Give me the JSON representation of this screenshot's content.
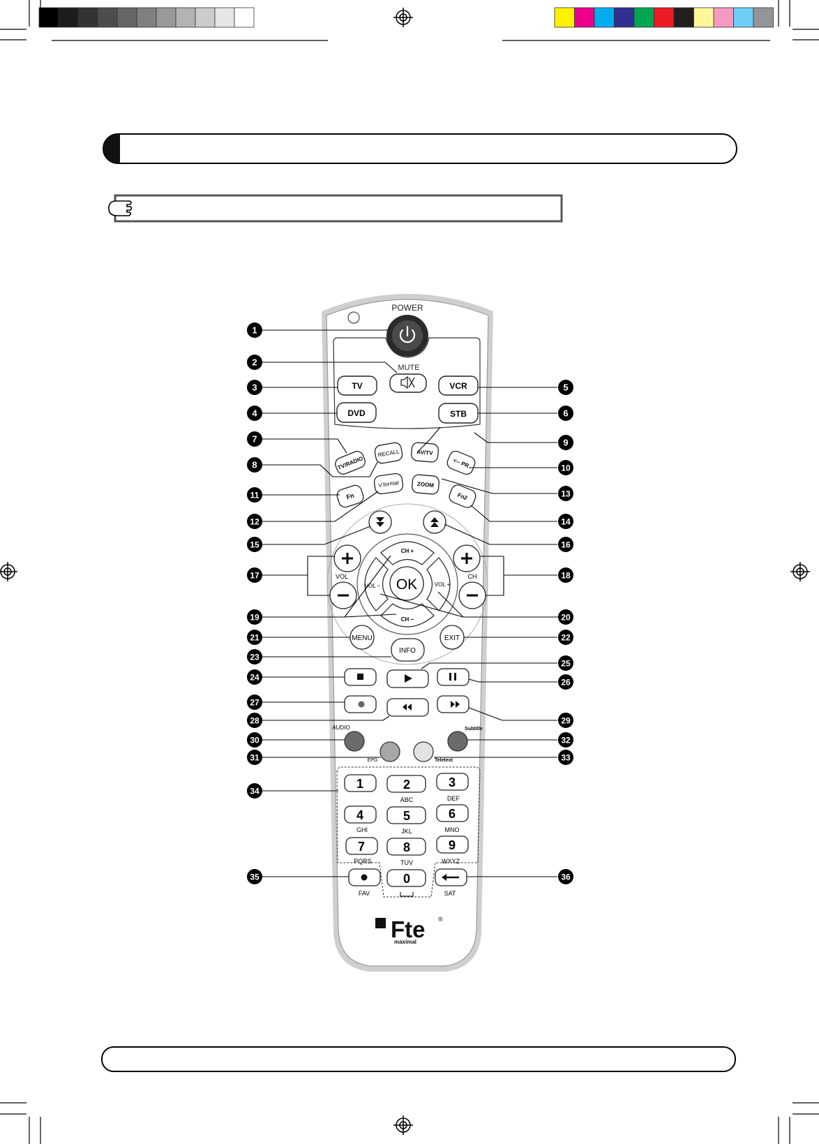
{
  "bars": {
    "grays": [
      "#000000",
      "#1c1c1c",
      "#333333",
      "#4d4d4d",
      "#666666",
      "#808080",
      "#999999",
      "#b3b3b3",
      "#cccccc",
      "#e6e6e6",
      "#ffffff"
    ],
    "colors": [
      "#fff200",
      "#ec008c",
      "#00aeef",
      "#2e3192",
      "#00a651",
      "#ed1c24",
      "#231f20",
      "#fff799",
      "#f49ac1",
      "#6dcff6",
      "#939598"
    ]
  },
  "remote": {
    "power_label": "POWER",
    "mute_label": "MUTE",
    "tv": "TV",
    "vcr": "VCR",
    "dvd": "DVD",
    "stb": "STB",
    "tvradio": "TV/RADIO",
    "recall": "RECALL",
    "avtv": "AV/TV",
    "pr": "<-- PR",
    "fn": "Fn",
    "vformat": "V.format",
    "zoom": "ZOOM",
    "fn2": "Fn2",
    "vol": "VOL",
    "ch": "CH",
    "chplus": "CH +",
    "chminus": "CH −",
    "volminus": "VOL −",
    "volplus": "VOL +",
    "ok": "OK",
    "menu": "MENU",
    "exit": "EXIT",
    "info": "INFO",
    "audio": "AUDIO",
    "subtitle": "Subtitle",
    "epg": "EPG",
    "teletext": "Teletext",
    "keys": [
      "1",
      "2",
      "3",
      "4",
      "5",
      "6",
      "7",
      "8",
      "9",
      "0"
    ],
    "key_letters": [
      "ABC",
      "DEF",
      "GHI",
      "JKL",
      "MNO",
      "PQRS",
      "TUV",
      "WXYZ"
    ],
    "fav": "FAV",
    "sat": "SAT",
    "brand": "Fte",
    "brand_registered": "®",
    "brand_tagline": "maximal"
  },
  "callouts": [
    "1",
    "2",
    "3",
    "4",
    "5",
    "6",
    "7",
    "8",
    "9",
    "10",
    "11",
    "12",
    "13",
    "14",
    "15",
    "16",
    "17",
    "18",
    "19",
    "20",
    "21",
    "22",
    "23",
    "24",
    "25",
    "26",
    "27",
    "28",
    "29",
    "30",
    "31",
    "32",
    "33",
    "34",
    "35",
    "36"
  ]
}
